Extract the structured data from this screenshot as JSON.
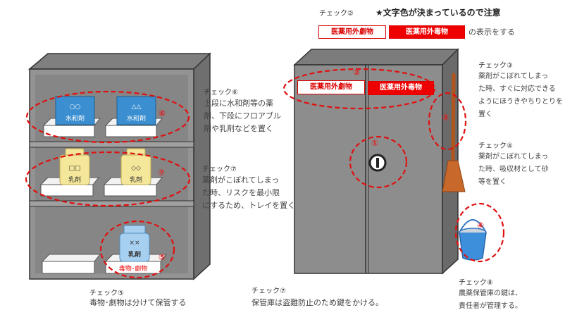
{
  "top_check": {
    "title": "チェック②",
    "note": "★文字色が決まっているので注意",
    "label_deleterious": "医薬用外劇物",
    "label_poison": "医薬用外毒物",
    "suffix": "の表示をする"
  },
  "shelf": {
    "top_boxes": [
      {
        "symbol": "○○",
        "name": "水和剤"
      },
      {
        "symbol": "△△",
        "name": "水和剤"
      }
    ],
    "middle_bottles": [
      {
        "symbol": "□□",
        "name": "乳剤"
      },
      {
        "symbol": "◇◇",
        "name": "乳剤"
      }
    ],
    "bottom_bottle": {
      "symbol": "××",
      "name": "乳剤"
    },
    "bottom_tray_label": "毒物･劇物"
  },
  "cabinet": {
    "label_deleterious": "医薬用外劇物",
    "label_poison": "医薬用外毒物"
  },
  "markers": {
    "m1": "①",
    "m2": "②",
    "m3": "③",
    "m4": "④",
    "m5": "⑤",
    "m6": "⑥",
    "m7": "⑦"
  },
  "checks": {
    "c6": {
      "title": "チェック⑥",
      "lines": [
        "上段に水和剤等の薬",
        "剤、下段にフロアブル",
        "剤や乳剤などを置く"
      ]
    },
    "c7a": {
      "title": "チェック⑦",
      "lines": [
        "薬剤がこぼれてしまっ",
        "た時、リスクを最小限",
        "にするため、トレイを置く"
      ]
    },
    "c3": {
      "title": "チェック③",
      "lines": [
        "薬剤がこぼれてしまっ",
        "た時、すぐに対応できる",
        "ようにほうきやちりとりを",
        "置く"
      ]
    },
    "c4": {
      "title": "チェック④",
      "lines": [
        "薬剤がこぼれてしまっ",
        "た時、吸収材として砂",
        "等を置く"
      ]
    },
    "c5": {
      "title": "チェック⑤",
      "lines": [
        "毒物･劇物は分けて保管する"
      ]
    },
    "c7b": {
      "title": "チェック⑦",
      "lines": [
        "保管庫は盗難防止のため鍵をかける。"
      ]
    },
    "c8": {
      "title": "チェック⑧",
      "lines": [
        "農薬保管庫の鍵は、",
        "責任者が管理する。"
      ]
    }
  },
  "colors": {
    "accent": "#e00000",
    "cabinet": "#8d8d8d",
    "box": "#3b8fd0",
    "bottle": "#f5e79a"
  }
}
